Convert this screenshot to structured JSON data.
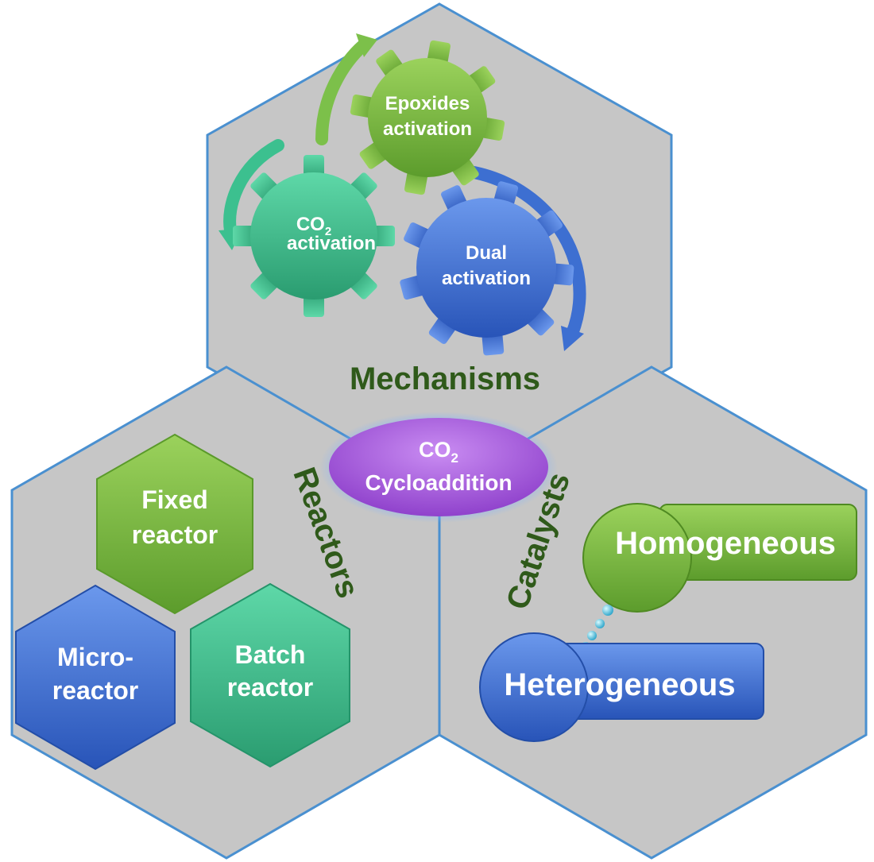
{
  "mechanisms": {
    "title": "Mechanisms",
    "gears": [
      {
        "line1": "Epoxides",
        "line2": "activation"
      },
      {
        "line1": "CO",
        "sub": "2",
        "line2": "activation"
      },
      {
        "line1": "Dual",
        "line2": "activation"
      }
    ]
  },
  "center": {
    "line1": "CO",
    "sub": "2",
    "line2": "Cycloaddition"
  },
  "reactors": {
    "title": "Reactors",
    "items": [
      {
        "line1": "Fixed",
        "line2": "reactor"
      },
      {
        "line1": "Micro-",
        "line2": "reactor"
      },
      {
        "line1": "Batch",
        "line2": "reactor"
      }
    ]
  },
  "catalysts": {
    "title": "Catalysts",
    "items": [
      {
        "label": "Homogeneous"
      },
      {
        "label": "Heterogeneous"
      }
    ]
  },
  "colors": {
    "hex_fill": "#c6c6c6",
    "hex_stroke": "#4a90d0",
    "green": "#7cb342",
    "teal": "#3cc08f",
    "blue": "#3d6fd1",
    "purple": "#9b4fd6",
    "title": "#2f5a1a"
  }
}
